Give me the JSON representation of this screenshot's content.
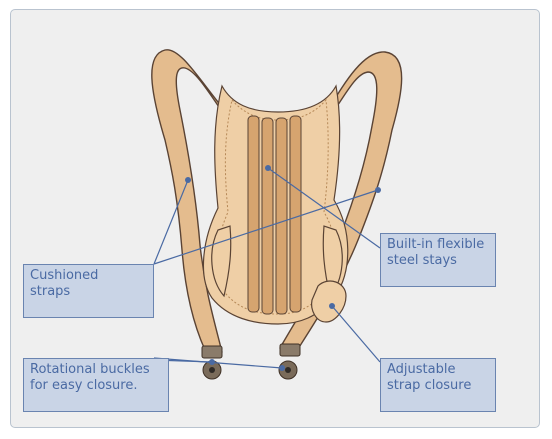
{
  "callouts": {
    "cushioned_straps": "Cushioned\nstraps",
    "steel_stays": "Built-in flexible\nsteel stays",
    "rotational_buckles": "Rotational buckles\nfor easy closure.",
    "adjustable_closure": "Adjustable\nstrap closure"
  },
  "colors": {
    "panel_background": "#efefef",
    "callout_fill": "#c9d4e6",
    "callout_border": "#6a84b0",
    "callout_text": "#4a6aa3",
    "strap_fill": "#e4bc8e",
    "strap_outline": "#5a4334",
    "stay_fill": "#d6a46f",
    "leader_line": "#4a6aa3"
  },
  "icons": [
    "posture-brace-illustration",
    "buckle-icon"
  ]
}
